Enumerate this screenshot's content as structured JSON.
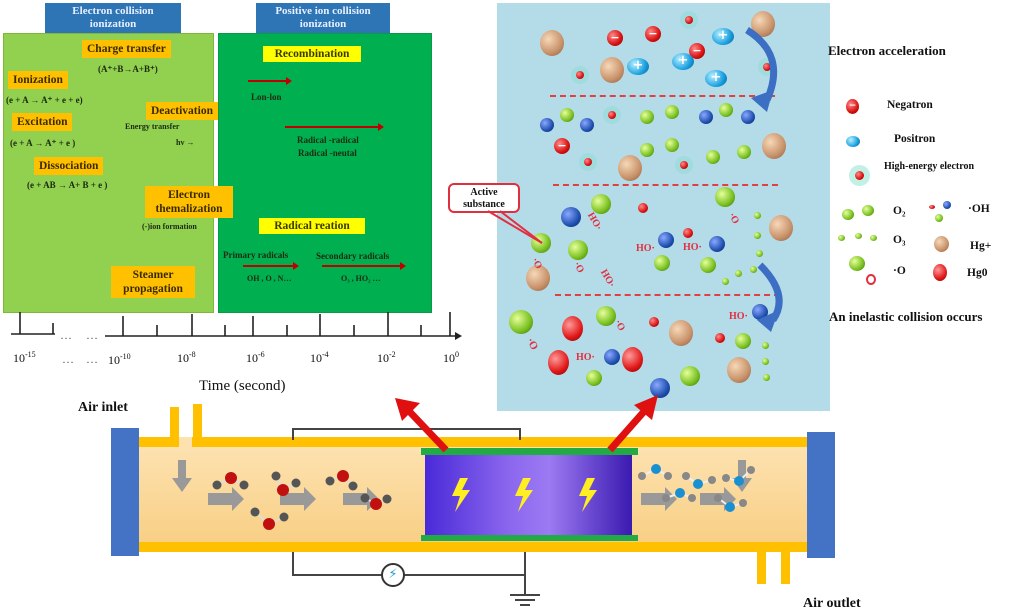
{
  "timeline_panel": {
    "electron_header": "Electron collision ionization",
    "ion_header": "Positive ion collision ionization",
    "electron_processes": [
      {
        "name": "Charge transfer",
        "equation": "(A⁺+B→A+B⁺)"
      },
      {
        "name": "Ionization",
        "equation": "(e + A → A⁺ + e + e)"
      },
      {
        "name": "Deactivation",
        "equation": "Energy transfer",
        "extra": "hv →"
      },
      {
        "name": "Excitation",
        "equation": "(e + A → A⁺ + e )"
      },
      {
        "name": "Dissociation",
        "equation": "(e + AB → A+ B + e )"
      },
      {
        "name": "Electron themalization",
        "equation": "(-)ion formation"
      },
      {
        "name": "Steamer propagation"
      }
    ],
    "ion_processes": {
      "recombination": "Recombination",
      "ion_ion": "Lon-lon",
      "radical_radical": "Radical -radical",
      "radical_neutral": "Radical -neutal",
      "radical_reaction": "Radical reation",
      "primary_radicals": "Primary radicals",
      "primary_species": "OH , O , N…",
      "secondary_radicals": "Secondary radicals",
      "secondary_species": "O₃ , HO₂ …"
    }
  },
  "time_axis": {
    "title": "Time (second)",
    "ellipsis": "…",
    "ticks": [
      {
        "base": "10",
        "exp": "-15"
      },
      {
        "base": "10",
        "exp": "-10"
      },
      {
        "base": "10",
        "exp": "-8"
      },
      {
        "base": "10",
        "exp": "-6"
      },
      {
        "base": "10",
        "exp": "-4"
      },
      {
        "base": "10",
        "exp": "-2"
      },
      {
        "base": "10",
        "exp": "0"
      }
    ]
  },
  "reaction_panel": {
    "callout": "Active substance",
    "stage_labels": [
      "Electron acceleration",
      "An inelastic collision occurs"
    ],
    "species_labels": [
      "HO·",
      "·O"
    ],
    "legend": [
      {
        "icon": "negatron-icon",
        "label": "Negatron"
      },
      {
        "icon": "positron-icon",
        "label": "Positron"
      },
      {
        "icon": "high-energy-electron-icon",
        "label": "High-energy electron"
      },
      {
        "icon": "o2-icon",
        "label": "O₂"
      },
      {
        "icon": "hydroxyl-icon",
        "label": "·OH"
      },
      {
        "icon": "o3-icon",
        "label": "O₃"
      },
      {
        "icon": "hg-plus-icon",
        "label": "Hg+"
      },
      {
        "icon": "oxygen-atom-icon",
        "label": "·O"
      },
      {
        "icon": "hg0-icon",
        "label": "Hg0"
      }
    ],
    "colors": {
      "background": "#b4dce8",
      "divider": "#e04040"
    }
  },
  "reactor": {
    "inlet_label": "Air inlet",
    "outlet_label": "Air outlet",
    "colors": {
      "pipe": "#ffc000",
      "endcap": "#4472c4",
      "plasma": "#7a56e8",
      "electrode": "#22aa44"
    }
  }
}
